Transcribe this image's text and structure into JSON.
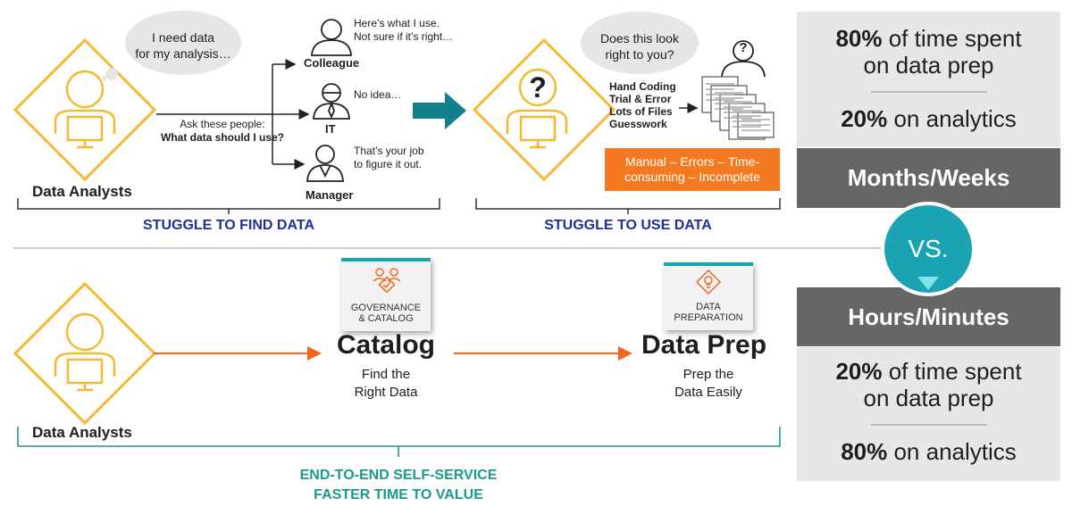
{
  "top_left": {
    "bubble_text": [
      "I need data",
      "for my analysis…"
    ],
    "analyst_label": "Data Analysts",
    "ask_text": "Ask these people:",
    "ask_question": "What data should I use?",
    "colleague_label": "Colleague",
    "colleague_quote": [
      "Here’s what I use.",
      "Not sure if it’s right…"
    ],
    "it_label": "IT",
    "it_quote": "No idea…",
    "manager_label": "Manager",
    "manager_quote": [
      "That’s your job",
      "to figure it out."
    ],
    "section_label": "STUGGLE TO FIND DATA"
  },
  "top_middle": {
    "bubble_text": [
      "Does this look",
      "right to you?"
    ],
    "question_mark": "?",
    "methods": [
      "Hand Coding",
      "Trial & Error",
      "Lots of Files",
      "Guesswork"
    ],
    "problems": [
      "Manual – Errors – Time-",
      "consuming – Incomplete"
    ],
    "section_label": "STUGGLE TO USE DATA"
  },
  "bottom": {
    "analyst_label": "Data Analysts",
    "catalog_card": [
      "GOVERNANCE",
      "& CATALOG"
    ],
    "catalog_title": "Catalog",
    "catalog_sub": [
      "Find the",
      "Right Data"
    ],
    "prep_card": [
      "DATA",
      "PREPARATION"
    ],
    "prep_title": "Data Prep",
    "prep_sub": [
      "Prep the",
      "Data Easily"
    ],
    "section_label": [
      "END-TO-END SELF-SERVICE",
      "FASTER TIME TO VALUE"
    ]
  },
  "right_panel": {
    "top_stat1_pct": "80%",
    "top_stat1_rest": " of time spent",
    "top_stat1_line2": "on data prep",
    "top_stat2_pct": "20%",
    "top_stat2_rest": " on analytics",
    "top_duration": "Months/Weeks",
    "vs": "VS.",
    "bottom_duration": "Hours/Minutes",
    "bottom_stat1_pct": "20%",
    "bottom_stat1_rest": " of time spent",
    "bottom_stat1_line2": "on data prep",
    "bottom_stat2_pct": "80%",
    "bottom_stat2_rest": " on analytics"
  },
  "colors": {
    "diamond": "#f5b830",
    "navy": "#1f2f99",
    "teal": "#1a9a8a",
    "accent_teal": "#1aa3b3",
    "orange": "#f47920",
    "grey_box": "#e7e7e7",
    "dark_box": "#666666"
  }
}
